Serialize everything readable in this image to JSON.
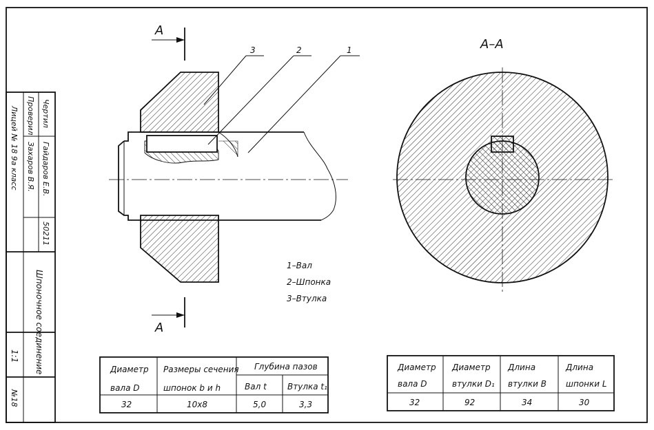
{
  "drawing": {
    "section_marks": [
      "A",
      "A"
    ],
    "section_title": "A–A",
    "callouts": [
      "3",
      "2",
      "1"
    ],
    "legend": [
      "1–Вал",
      "2–Шпонка",
      "3–Втулка"
    ]
  },
  "title_block": {
    "role_drew": "Чертил",
    "role_checked": "Проверил",
    "name_drew": "Гайдаров Е.В.",
    "name_checked": "Захаров В.Я.",
    "school": "Лицей № 18   9а класс",
    "date": "50211",
    "drawing_title": "Шпоночное соединение",
    "scale": "1:1",
    "sheet": "№18"
  },
  "table_left": {
    "headers": [
      "Диаметр",
      "вала D",
      "Размеры сечения",
      "шпонок b и h",
      "Глубина пазов",
      "Вал t",
      "Втулка t₁"
    ],
    "values": [
      "32",
      "10x8",
      "5,0",
      "3,3"
    ]
  },
  "table_right": {
    "headers": [
      "Диаметр",
      "вала D",
      "Диаметр",
      "втулки D₁",
      "Длина",
      "втулки B",
      "Длина",
      "шпонки L"
    ],
    "values": [
      "32",
      "92",
      "34",
      "30"
    ]
  }
}
